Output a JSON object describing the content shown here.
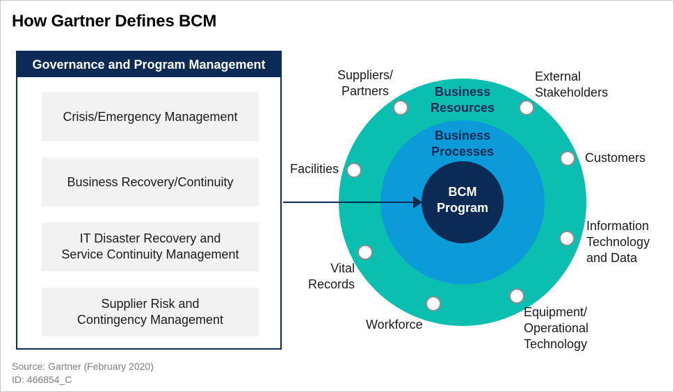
{
  "title": "How Gartner Defines BCM",
  "governance": {
    "header": "Governance and Program Management",
    "items": [
      {
        "line1": "Crisis/Emergency Management",
        "line2": ""
      },
      {
        "line1": "Business Recovery/Continuity",
        "line2": ""
      },
      {
        "line1": "IT Disaster Recovery and",
        "line2": "Service Continuity Management"
      },
      {
        "line1": "Supplier Risk and",
        "line2": "Contingency Management"
      }
    ]
  },
  "rings": {
    "outer": {
      "line1": "Business",
      "line2": "Resources",
      "color": "#0bbfb0"
    },
    "middle": {
      "line1": "Business",
      "line2": "Processes",
      "color": "#0a9bd8"
    },
    "core": {
      "line1": "BCM",
      "line2": "Program",
      "color": "#0b2a55"
    }
  },
  "stakeholders": [
    {
      "line1": "Suppliers/",
      "line2": "Partners",
      "line3": ""
    },
    {
      "line1": "External",
      "line2": "Stakeholders",
      "line3": ""
    },
    {
      "line1": "Customers",
      "line2": "",
      "line3": ""
    },
    {
      "line1": "Facilities",
      "line2": "",
      "line3": ""
    },
    {
      "line1": "Information",
      "line2": "Technology",
      "line3": "and Data"
    },
    {
      "line1": "Vital",
      "line2": "Records",
      "line3": ""
    },
    {
      "line1": "Workforce",
      "line2": "",
      "line3": ""
    },
    {
      "line1": "Equipment/",
      "line2": "Operational",
      "line3": "Technology"
    }
  ],
  "footer": {
    "source": "Source: Gartner (February 2020)",
    "id": "ID: 466854_C"
  }
}
